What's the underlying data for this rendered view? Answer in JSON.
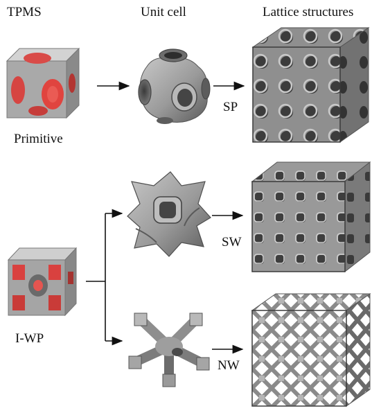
{
  "headers": {
    "tpms": "TPMS",
    "unit_cell": "Unit cell",
    "lattice": "Lattice structures"
  },
  "labels": {
    "primitive": "Primitive",
    "iwp": "I-WP",
    "sp": "SP",
    "sw": "SW",
    "nw": "NW"
  },
  "colors": {
    "surface": "#9a9a9a",
    "surface_dark": "#5e5e5e",
    "surface_light": "#c4c4c4",
    "highlight": "#d9413f",
    "arrow": "#111111"
  }
}
